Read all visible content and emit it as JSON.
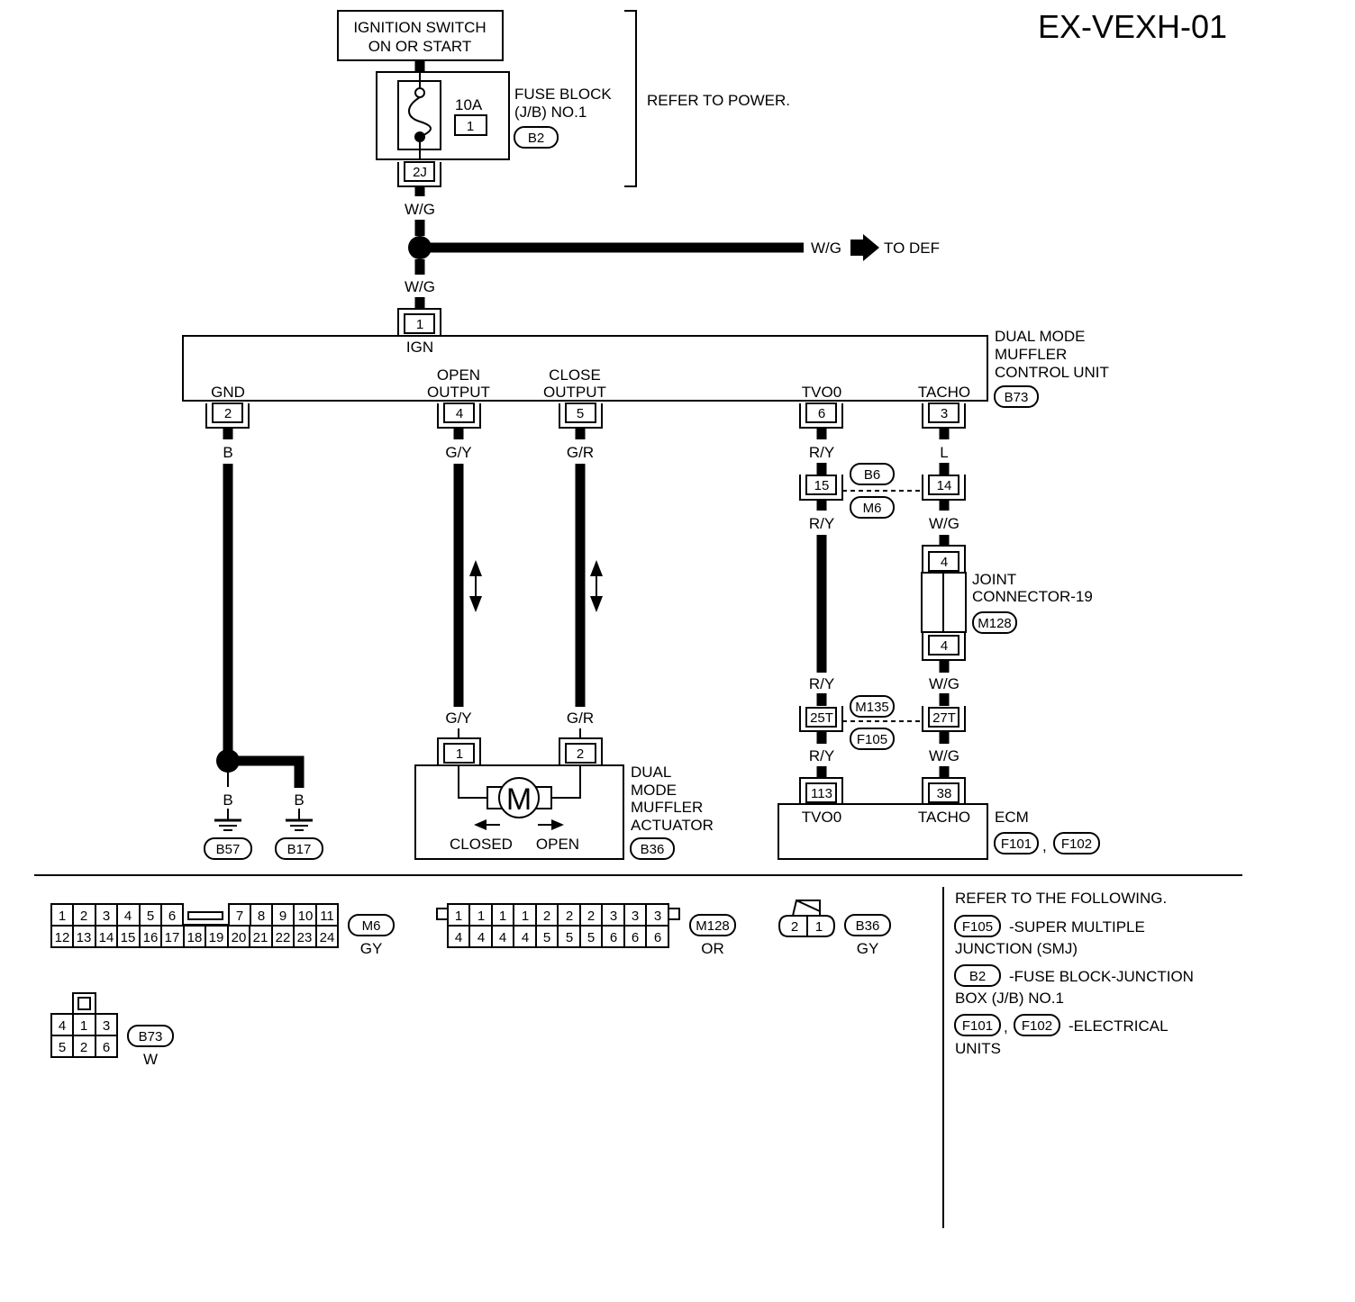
{
  "page_code": "EX-VEXH-01",
  "ignition": {
    "line1": "IGNITION SWITCH",
    "line2": "ON OR START"
  },
  "fuse_block": {
    "rating": "10A",
    "fuse_no": "1",
    "line1": "FUSE BLOCK",
    "line2": "(J/B) NO.1",
    "code": "B2",
    "terminal": "2J"
  },
  "refer_power": "REFER TO  POWER.",
  "wire_wg": "W/G",
  "to_def": "TO DEF",
  "control_unit": {
    "line1": "DUAL MODE",
    "line2": "MUFFLER",
    "line3": "CONTROL UNIT",
    "code": "B73",
    "pin_ign": "1",
    "label_ign": "IGN",
    "pin_gnd": "2",
    "label_gnd": "GND",
    "pin_open": "4",
    "label_open1": "OPEN",
    "label_open2": "OUTPUT",
    "pin_close": "5",
    "label_close1": "CLOSE",
    "label_close2": "OUTPUT",
    "pin_tvo": "6",
    "label_tvo": "TVO0",
    "pin_tacho": "3",
    "label_tacho": "TACHO"
  },
  "wires": {
    "b": "B",
    "gy": "G/Y",
    "gr": "G/R",
    "ry": "R/Y",
    "l": "L",
    "wg": "W/G"
  },
  "grounds": [
    "B57",
    "B17"
  ],
  "actuator": {
    "line1": "DUAL",
    "line2": "MODE",
    "line3": "MUFFLER",
    "line4": "ACTUATOR",
    "code": "B36",
    "pin1": "1",
    "pin2": "2",
    "motor": "M",
    "closed": "CLOSED",
    "open": "OPEN"
  },
  "connector_b6_m6": {
    "pin_a": "15",
    "pin_b": "14",
    "code_top": "B6",
    "code_bottom": "M6"
  },
  "joint": {
    "line1": "JOINT",
    "line2": "CONNECTOR-19",
    "code": "M128",
    "pin_top": "4",
    "pin_bottom": "4"
  },
  "connector_m135_f105": {
    "pin_a": "25T",
    "pin_b": "27T",
    "code_top": "M135",
    "code_bottom": "F105"
  },
  "ecm": {
    "label": "ECM",
    "pin_tvo": "113",
    "label_tvo": "TVO0",
    "pin_tacho": "38",
    "label_tacho": "TACHO",
    "code1": "F101",
    "code2": "F102",
    "comma": ","
  },
  "connectors": {
    "m6": {
      "code": "M6",
      "color": "GY",
      "row1": [
        "1",
        "2",
        "3",
        "4",
        "5",
        "6",
        "7",
        "8",
        "9",
        "10",
        "11"
      ],
      "row2": [
        "12",
        "13",
        "14",
        "15",
        "16",
        "17",
        "18",
        "19",
        "20",
        "21",
        "22",
        "23",
        "24"
      ]
    },
    "m128": {
      "code": "M128",
      "color": "OR",
      "row1": [
        "1",
        "1",
        "1",
        "1",
        "2",
        "2",
        "2",
        "3",
        "3",
        "3"
      ],
      "row2": [
        "4",
        "4",
        "4",
        "4",
        "5",
        "5",
        "5",
        "6",
        "6",
        "6"
      ]
    },
    "b36": {
      "code": "B36",
      "color": "GY",
      "pins": [
        "2",
        "1"
      ]
    },
    "b73": {
      "code": "B73",
      "color": "W",
      "row1": [
        "4",
        "1",
        "3"
      ],
      "row2": [
        "5",
        "2",
        "6"
      ]
    }
  },
  "refer": {
    "heading": "REFER TO THE FOLLOWING.",
    "f105_code": "F105",
    "f105_l1": "-SUPER MULTIPLE",
    "f105_l2": "JUNCTION (SMJ)",
    "b2_code": "B2",
    "b2_l1": "-FUSE BLOCK-JUNCTION",
    "b2_l2": "BOX (J/B) NO.1",
    "f101_code": "F101",
    "f102_code": "F102",
    "comma": ",",
    "ecm_l1": "-ELECTRICAL",
    "ecm_l2": "UNITS"
  }
}
